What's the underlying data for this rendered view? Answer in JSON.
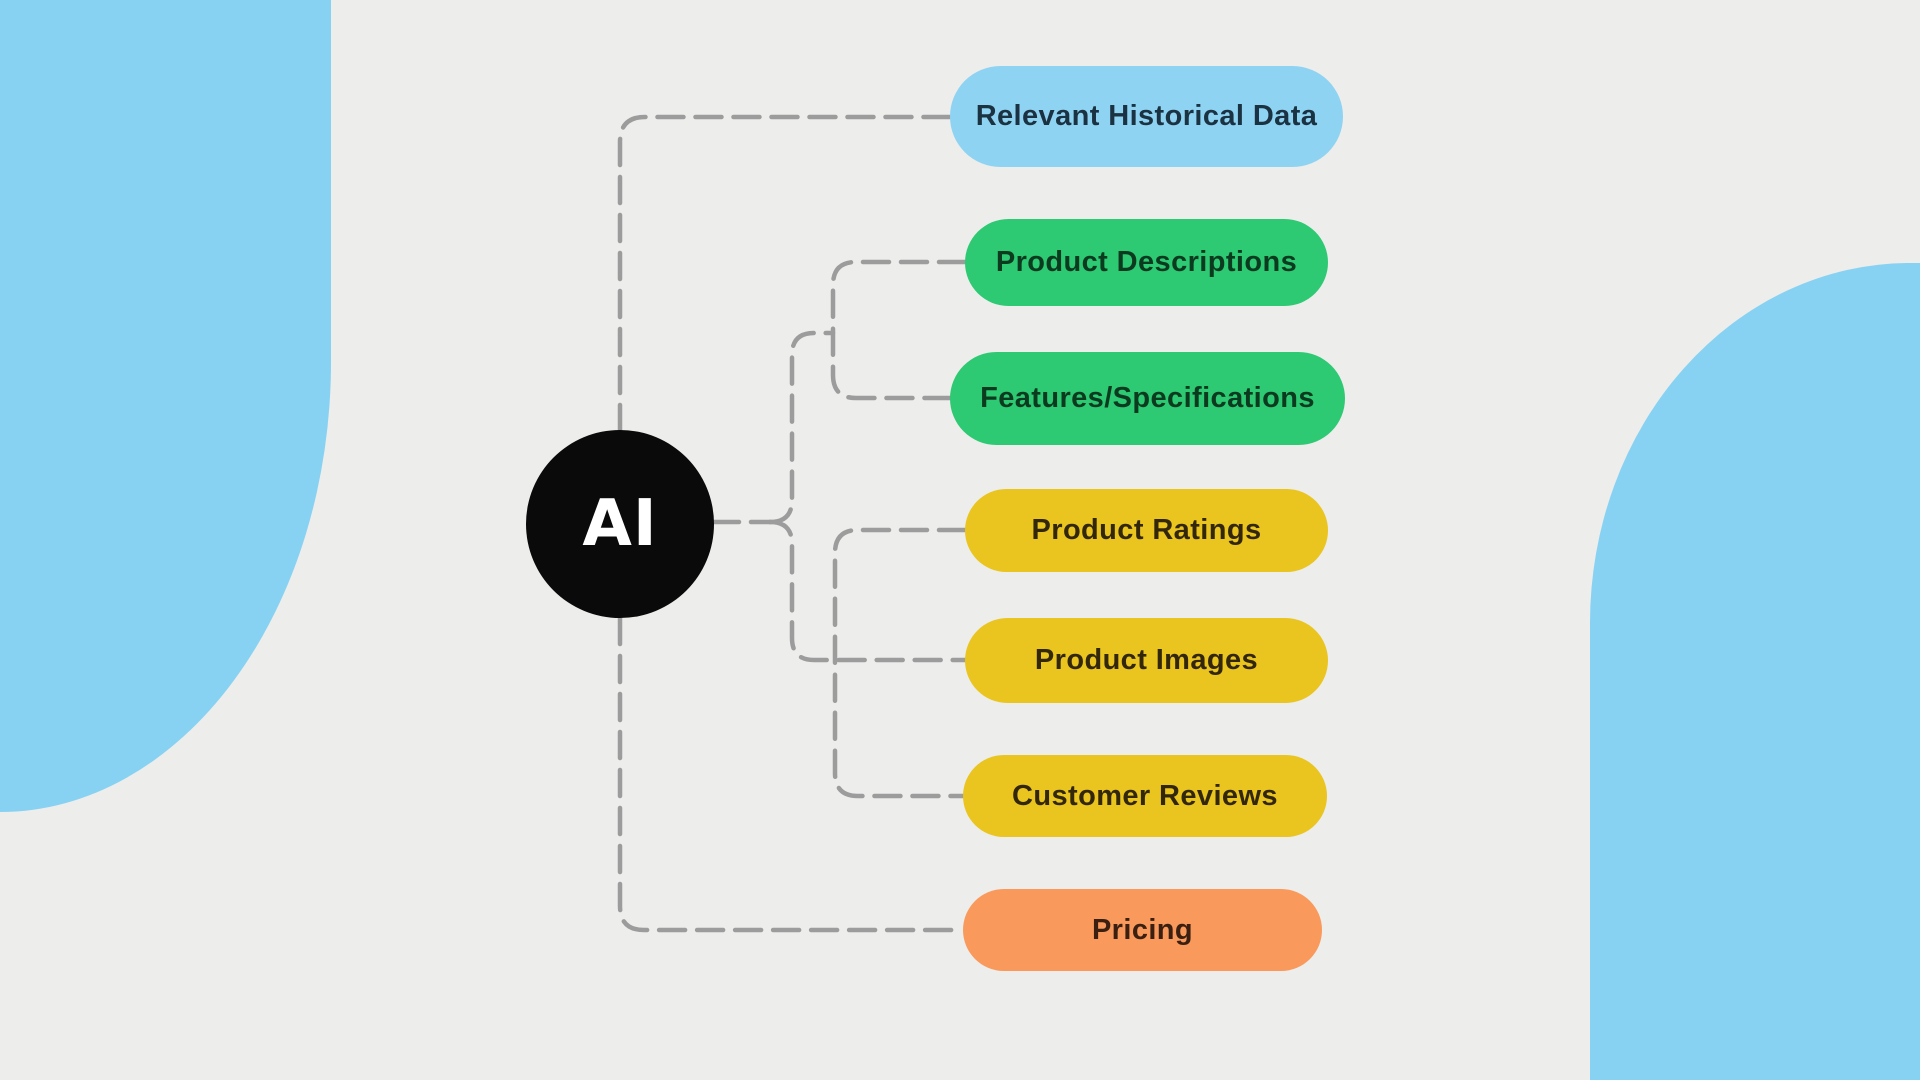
{
  "canvas": {
    "background": "#EDEDEB"
  },
  "decorations": {
    "corner_color": "#87D2F2"
  },
  "connectors": {
    "color": "#9C9C9C"
  },
  "center_node": {
    "label": "AI",
    "background": "#0A0A0A",
    "text_color": "#FFFFFF"
  },
  "nodes": [
    {
      "label": "Relevant Historical Data",
      "color": "#8FD3F2",
      "text_color": "#1B3242"
    },
    {
      "label": "Product Descriptions",
      "color": "#2DC973",
      "text_color": "#0C3A1E"
    },
    {
      "label": "Features/Specifications",
      "color": "#2DC973",
      "text_color": "#0C3A1E"
    },
    {
      "label": "Product Ratings",
      "color": "#EAC41F",
      "text_color": "#33270B"
    },
    {
      "label": "Product Images",
      "color": "#EAC41F",
      "text_color": "#33270B"
    },
    {
      "label": "Customer Reviews",
      "color": "#EAC41F",
      "text_color": "#33270B"
    },
    {
      "label": "Pricing",
      "color": "#F9995C",
      "text_color": "#3B2012"
    }
  ]
}
